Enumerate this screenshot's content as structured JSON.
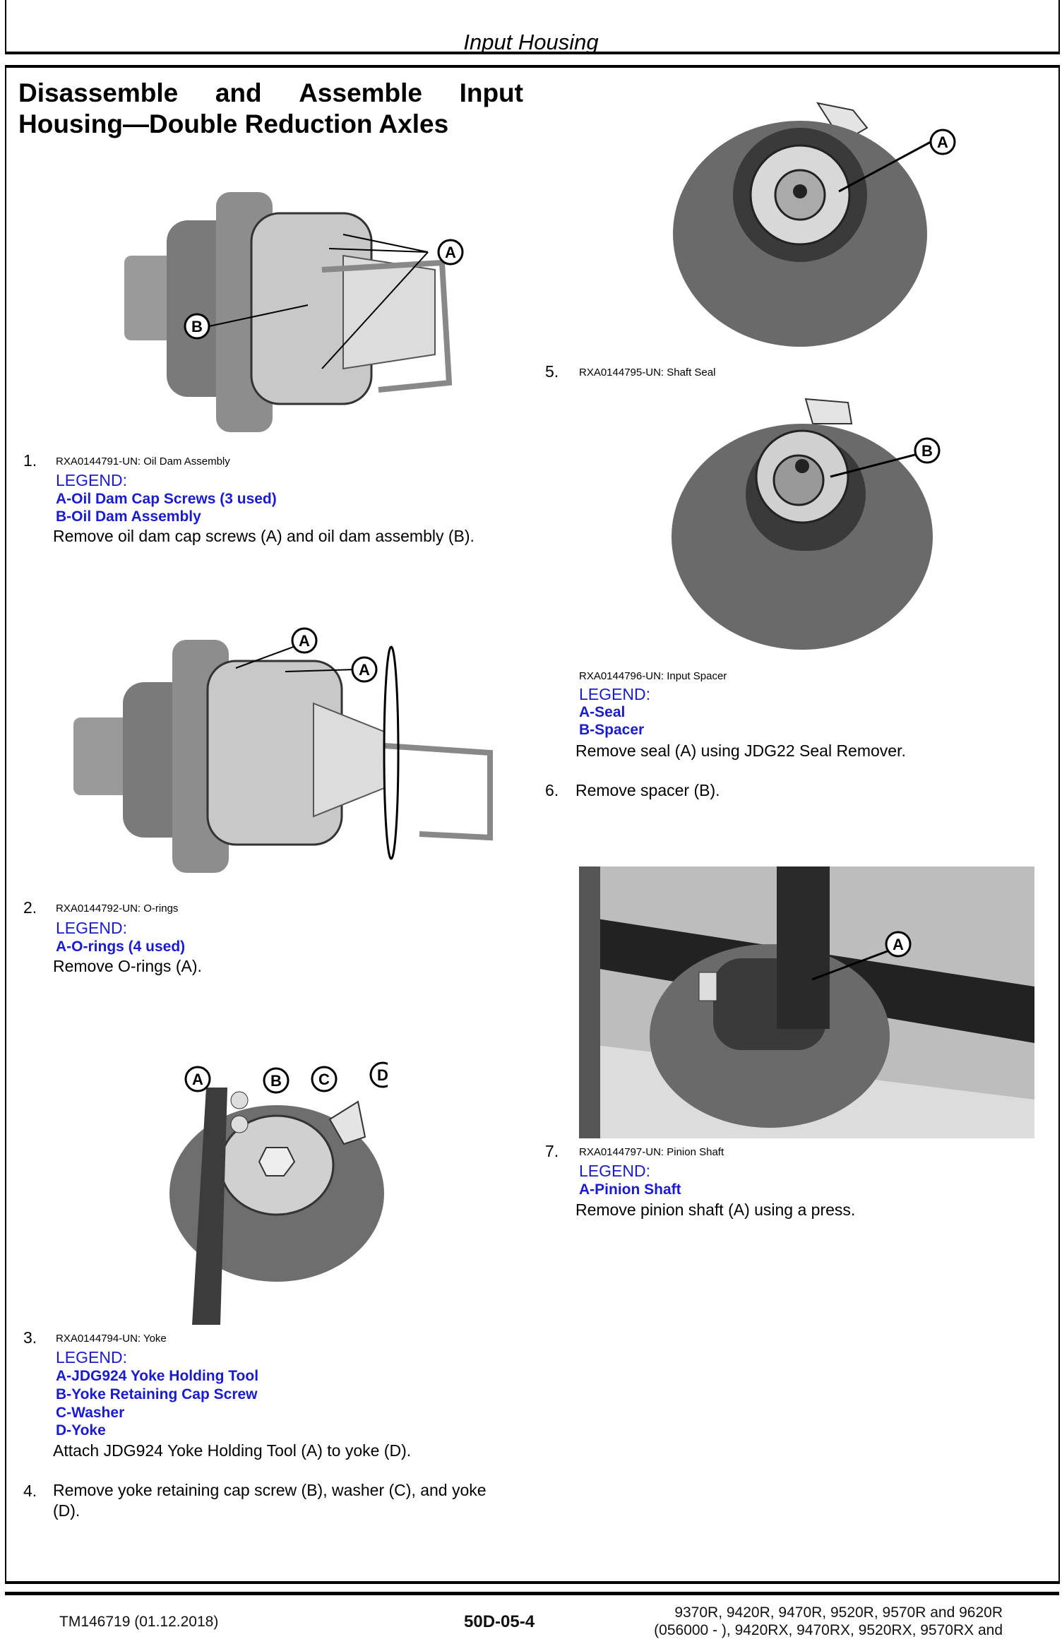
{
  "header": {
    "section": "Input Housing"
  },
  "title": {
    "line1_words": [
      "Disassemble",
      "and",
      "Assemble",
      "Input"
    ],
    "line2": "Housing—Double Reduction Axles"
  },
  "steps": [
    {
      "number": "1.",
      "caption": "RXA0144791-UN: Oil Dam Assembly",
      "legend_label": "LEGEND:",
      "legend": [
        "A-Oil Dam Cap Screws (3 used)",
        "B-Oil Dam Assembly"
      ],
      "text": "Remove oil dam cap screws (A) and oil dam assembly (B).",
      "callouts": [
        "A",
        "B"
      ]
    },
    {
      "number": "2.",
      "caption": "RXA0144792-UN: O-rings",
      "legend_label": "LEGEND:",
      "legend": [
        "A-O-rings (4 used)"
      ],
      "text": "Remove O-rings (A).",
      "callouts": [
        "A",
        "A"
      ]
    },
    {
      "number": "3.",
      "caption": "RXA0144794-UN: Yoke",
      "legend_label": "LEGEND:",
      "legend": [
        "A-JDG924 Yoke Holding Tool",
        "B-Yoke Retaining Cap Screw",
        "C-Washer",
        "D-Yoke"
      ],
      "text": "Attach JDG924 Yoke Holding Tool (A) to yoke (D).",
      "callouts": [
        "A",
        "B",
        "C",
        "D"
      ]
    },
    {
      "number": "4.",
      "text_line1": "Remove yoke retaining cap screw (B), washer (C), and yoke",
      "text_line2": "(D)."
    },
    {
      "number": "5.",
      "caption": "RXA0144795-UN: Shaft Seal",
      "callouts": [
        "A"
      ]
    },
    {
      "caption": "RXA0144796-UN: Input Spacer",
      "legend_label": "LEGEND:",
      "legend": [
        "A-Seal",
        "B-Spacer"
      ],
      "text": "Remove seal (A) using JDG22 Seal Remover.",
      "callouts": [
        "B"
      ]
    },
    {
      "number": "6.",
      "text": "Remove spacer (B)."
    },
    {
      "number": "7.",
      "caption": "RXA0144797-UN: Pinion Shaft",
      "legend_label": "LEGEND:",
      "legend": [
        "A-Pinion Shaft"
      ],
      "text": "Remove pinion shaft (A) using a press.",
      "callouts": [
        "A"
      ]
    }
  ],
  "footer": {
    "doc": "TM146719 (01.12.2018)",
    "page": "50D-05-4",
    "models_line1": "9370R, 9420R, 9470R, 9520R, 9570R and 9620R",
    "models_line2": "(056000 - ), 9420RX, 9470RX, 9520RX, 9570RX and"
  },
  "colors": {
    "legend": "#1a1ad0",
    "rule": "#000000"
  }
}
